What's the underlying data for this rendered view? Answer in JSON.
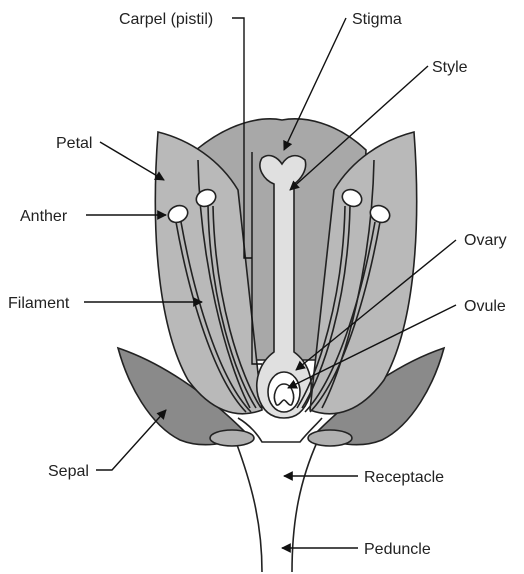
{
  "diagram": {
    "labels": {
      "carpel": "Carpel (pistil)",
      "stigma": "Stigma",
      "style": "Style",
      "petal": "Petal",
      "anther": "Anther",
      "ovary": "Ovary",
      "filament": "Filament",
      "ovule": "Ovule",
      "sepal": "Sepal",
      "receptacle": "Receptacle",
      "peduncle": "Peduncle"
    },
    "colors": {
      "petal": "#b9b9b9",
      "sepal": "#8a8a8a",
      "carpel": "#e0e0e0",
      "outline": "#222222"
    }
  }
}
